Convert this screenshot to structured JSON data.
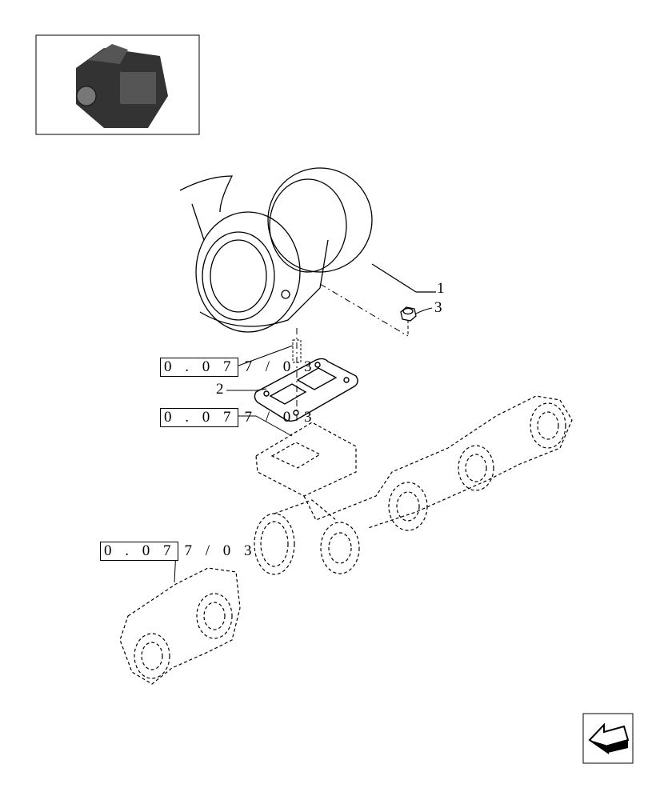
{
  "thumbnail": {
    "icon": "engine-thumbnail"
  },
  "callouts": [
    {
      "label": "1",
      "part": "turbocharger"
    },
    {
      "label": "2",
      "part": "gasket"
    },
    {
      "label": "3",
      "part": "nut"
    }
  ],
  "references": [
    {
      "box": "0 . 0 7",
      "tail": "7 / 0 3"
    },
    {
      "box": "0 . 0 7",
      "tail": "7 / 0 3"
    },
    {
      "box": "0 . 0 7",
      "tail": "7 / 0 3"
    }
  ],
  "nav": {
    "icon": "previous-page-arrow-icon"
  }
}
